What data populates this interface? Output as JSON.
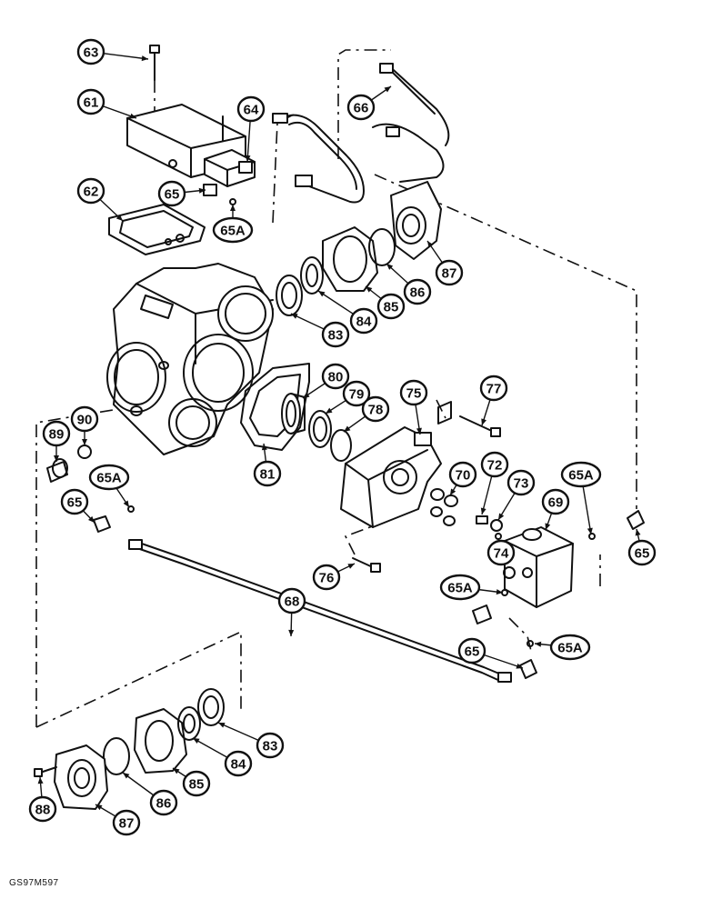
{
  "drawing_code": "GS97M597",
  "callouts": [
    {
      "id": "c63a",
      "label": "63"
    },
    {
      "id": "c61",
      "label": "61"
    },
    {
      "id": "c64",
      "label": "64"
    },
    {
      "id": "c66",
      "label": "66"
    },
    {
      "id": "c65a",
      "label": "65"
    },
    {
      "id": "c62",
      "label": "62"
    },
    {
      "id": "c65Aa",
      "label": "65A"
    },
    {
      "id": "c87a",
      "label": "87"
    },
    {
      "id": "c86a",
      "label": "86"
    },
    {
      "id": "c85a",
      "label": "85"
    },
    {
      "id": "c84a",
      "label": "84"
    },
    {
      "id": "c83a",
      "label": "83"
    },
    {
      "id": "c80",
      "label": "80"
    },
    {
      "id": "c79",
      "label": "79"
    },
    {
      "id": "c78",
      "label": "78"
    },
    {
      "id": "c75",
      "label": "75"
    },
    {
      "id": "c77",
      "label": "77"
    },
    {
      "id": "c89",
      "label": "89"
    },
    {
      "id": "c90",
      "label": "90"
    },
    {
      "id": "c81",
      "label": "81"
    },
    {
      "id": "c65Ab",
      "label": "65A"
    },
    {
      "id": "c70",
      "label": "70"
    },
    {
      "id": "c72",
      "label": "72"
    },
    {
      "id": "c73",
      "label": "73"
    },
    {
      "id": "c65Ac",
      "label": "65A"
    },
    {
      "id": "c65b",
      "label": "65"
    },
    {
      "id": "c69",
      "label": "69"
    },
    {
      "id": "c74",
      "label": "74"
    },
    {
      "id": "c65c",
      "label": "65"
    },
    {
      "id": "c76",
      "label": "76"
    },
    {
      "id": "c65Ad",
      "label": "65A"
    },
    {
      "id": "c68",
      "label": "68"
    },
    {
      "id": "c65Ae",
      "label": "65A"
    },
    {
      "id": "c65d",
      "label": "65"
    },
    {
      "id": "c83b",
      "label": "83"
    },
    {
      "id": "c84b",
      "label": "84"
    },
    {
      "id": "c85b",
      "label": "85"
    },
    {
      "id": "c86b",
      "label": "86"
    },
    {
      "id": "c87b",
      "label": "87"
    },
    {
      "id": "c88",
      "label": "88"
    }
  ]
}
